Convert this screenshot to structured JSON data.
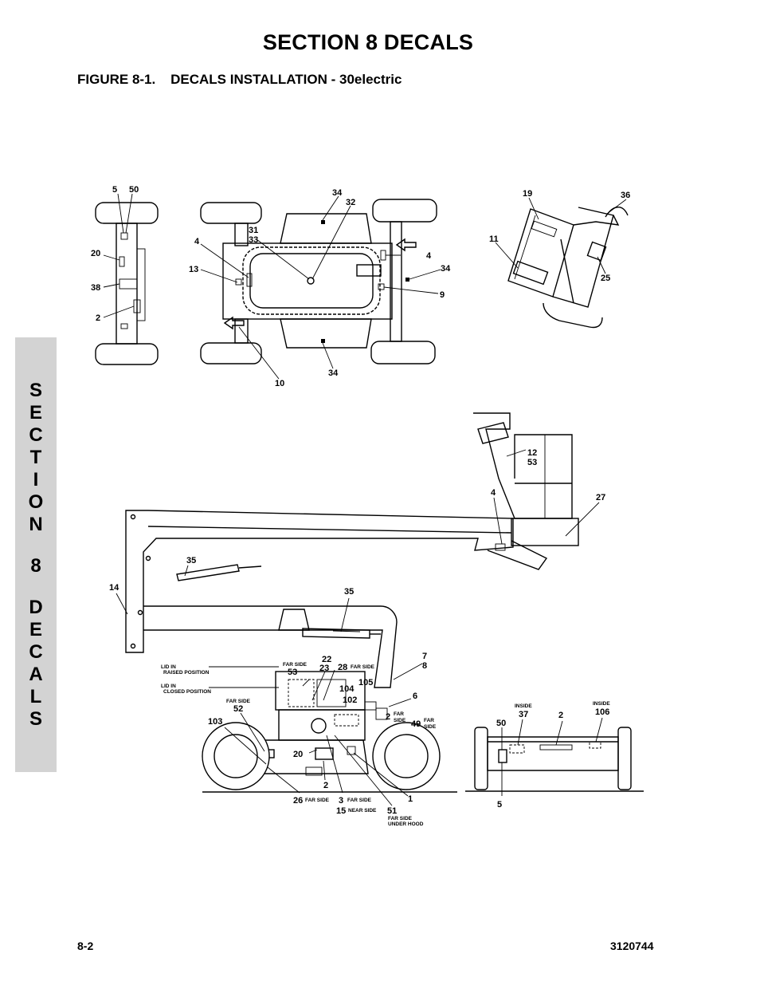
{
  "header": {
    "section_title": "SECTION 8  DECALS",
    "figure_title": "FIGURE 8-1.    DECALS INSTALLATION - 30electric"
  },
  "side_tab": {
    "letters": [
      "S",
      "E",
      "C",
      "T",
      "I",
      "O",
      "N",
      "",
      "8",
      "",
      "D",
      "E",
      "C",
      "A",
      "L",
      "S"
    ]
  },
  "footer": {
    "page_number": "8-2",
    "doc_number": "3120744"
  },
  "callouts": {
    "c5": "5",
    "c50": "50",
    "c20": "20",
    "c38": "38",
    "c2": "2",
    "c34": "34",
    "c32": "32",
    "c31": "31",
    "c33": "33",
    "c4": "4",
    "c13": "13",
    "c9": "9",
    "c10": "10",
    "c19": "19",
    "c36": "36",
    "c11": "11",
    "c25": "25",
    "c12": "12",
    "c53": "53",
    "c27": "27",
    "c35": "35",
    "c14": "14",
    "c7": "7",
    "c8": "8",
    "c22": "22",
    "c23": "23",
    "c28": "28",
    "c6": "6",
    "c105": "105",
    "c104": "104",
    "c102": "102",
    "c49": "49",
    "c52": "52",
    "c103": "103",
    "c3": "3",
    "c15": "15",
    "c26": "26",
    "c51": "51",
    "c1": "1",
    "c37": "37",
    "c106": "106"
  },
  "notes": {
    "far_side": "FAR SIDE",
    "near_side": "NEAR SIDE",
    "far": "FAR",
    "side": "SIDE",
    "lid_raised_1": "LID IN",
    "lid_raised_2": "RAISED POSITION",
    "lid_closed_1": "LID IN",
    "lid_closed_2": "CLOSED POSITION",
    "under_hood": "UNDER HOOD",
    "inside": "INSIDE"
  }
}
